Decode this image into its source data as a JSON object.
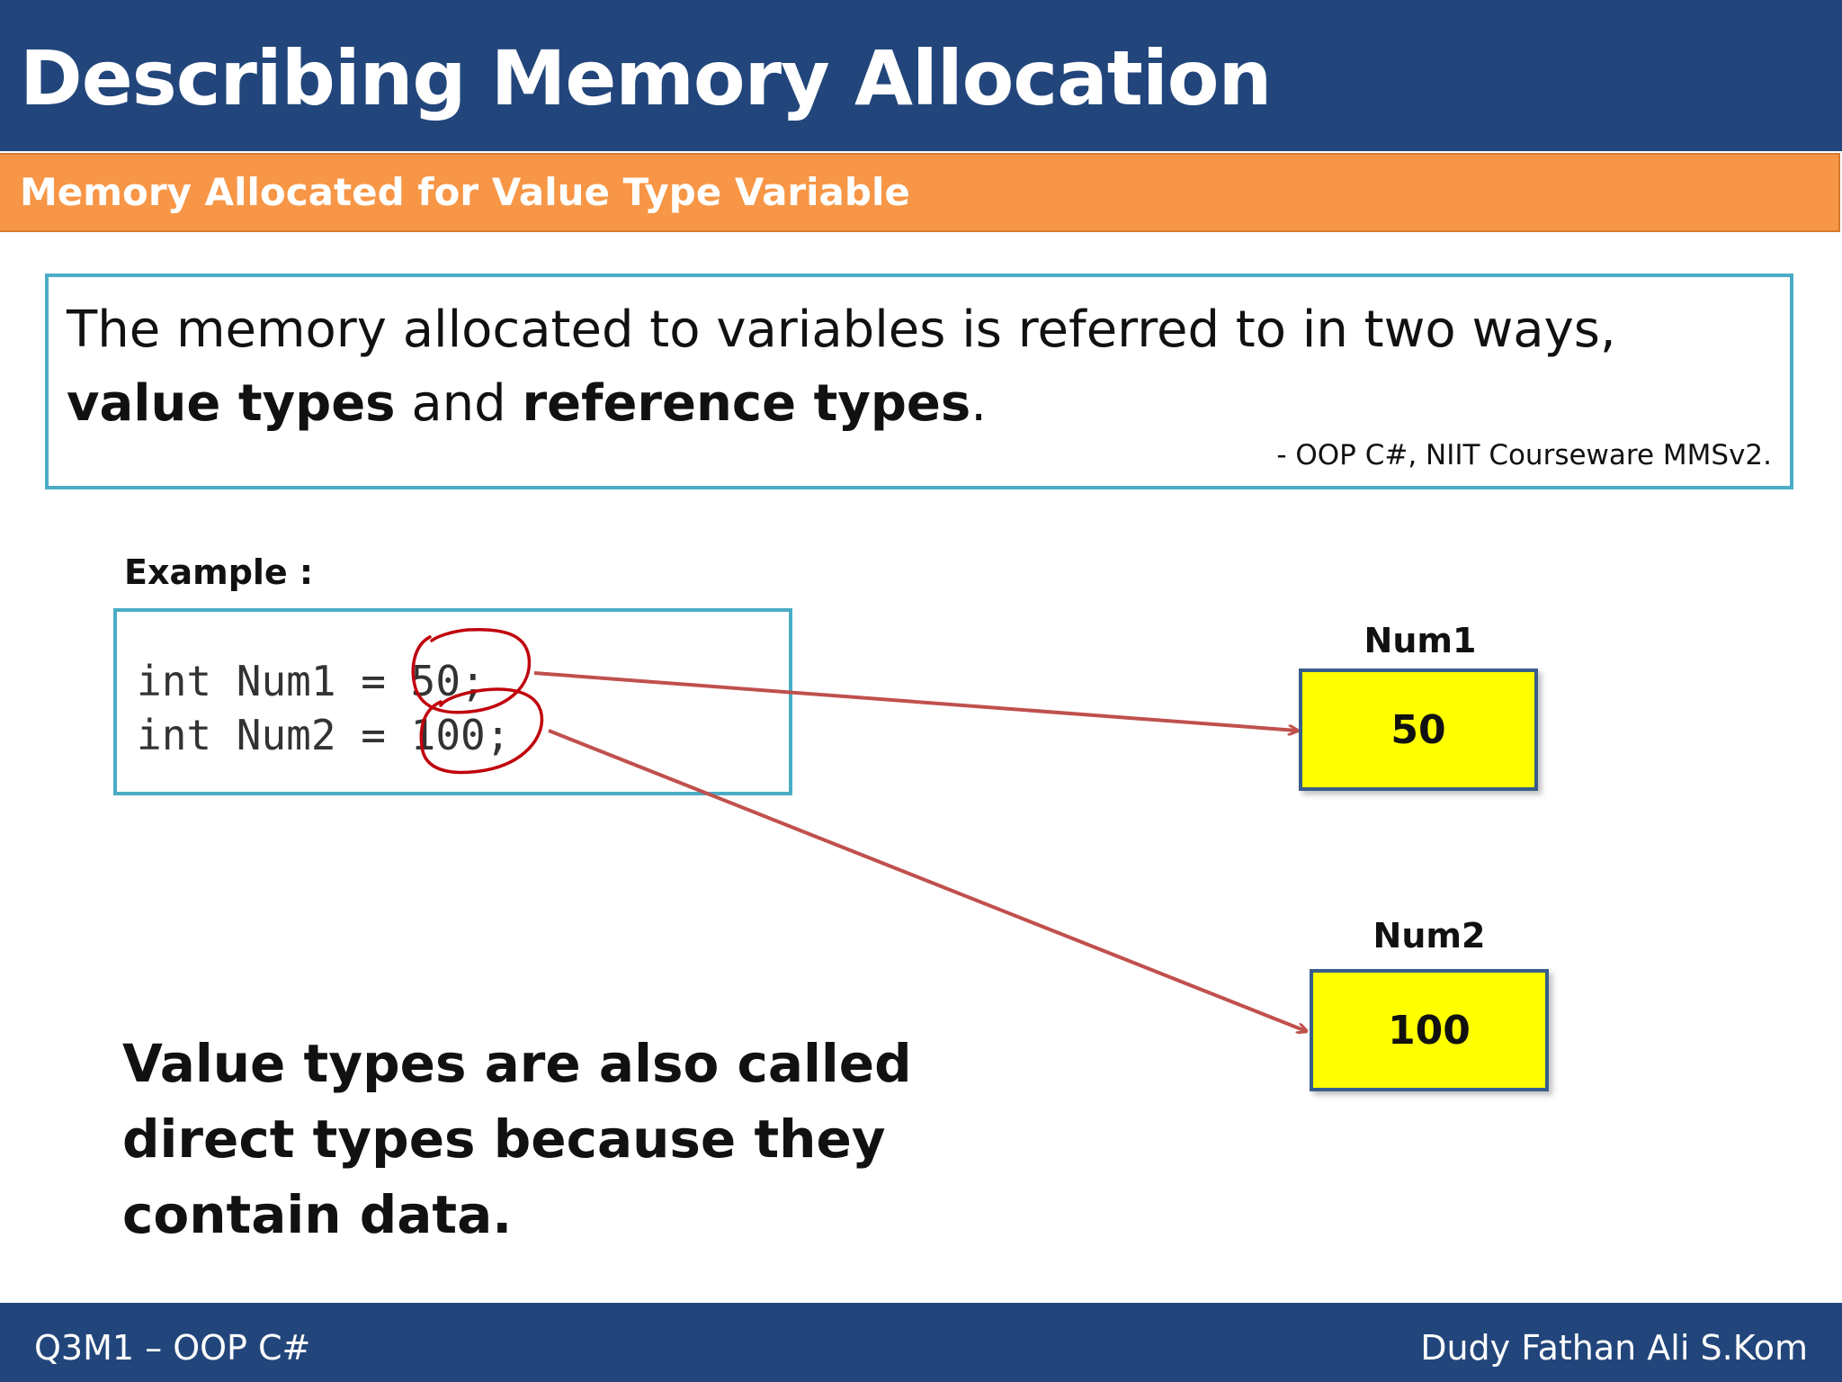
{
  "slide": {
    "title": "Describing Memory Allocation",
    "subtitle": "Memory Allocated for Value Type Variable"
  },
  "quote": {
    "text_1": "The memory allocated to variables is referred to in two ways, ",
    "bold_1": "value types",
    "text_2": " and ",
    "bold_2": "reference types",
    "text_3": ".",
    "source": "- OOP C#, NIIT Courseware MMSv2."
  },
  "example": {
    "label": "Example :",
    "code_lines": [
      "int Num1 = 50;",
      "int Num2 = 100;"
    ]
  },
  "variables": [
    {
      "name": "Num1",
      "value": "50"
    },
    {
      "name": "Num2",
      "value": "100"
    }
  ],
  "summary": "Value types are also called direct types because they contain data.",
  "footer": {
    "left": "Q3M1 – OOP C#",
    "right": "Dudy Fathan Ali S.Kom"
  },
  "colors": {
    "title_bar": "#22467b",
    "subtitle_bar": "#f79646",
    "box_border": "#4aacc6",
    "memory_box_fill": "#ffff00",
    "memory_box_border": "#385d8a",
    "annotation": "#c0504d"
  }
}
